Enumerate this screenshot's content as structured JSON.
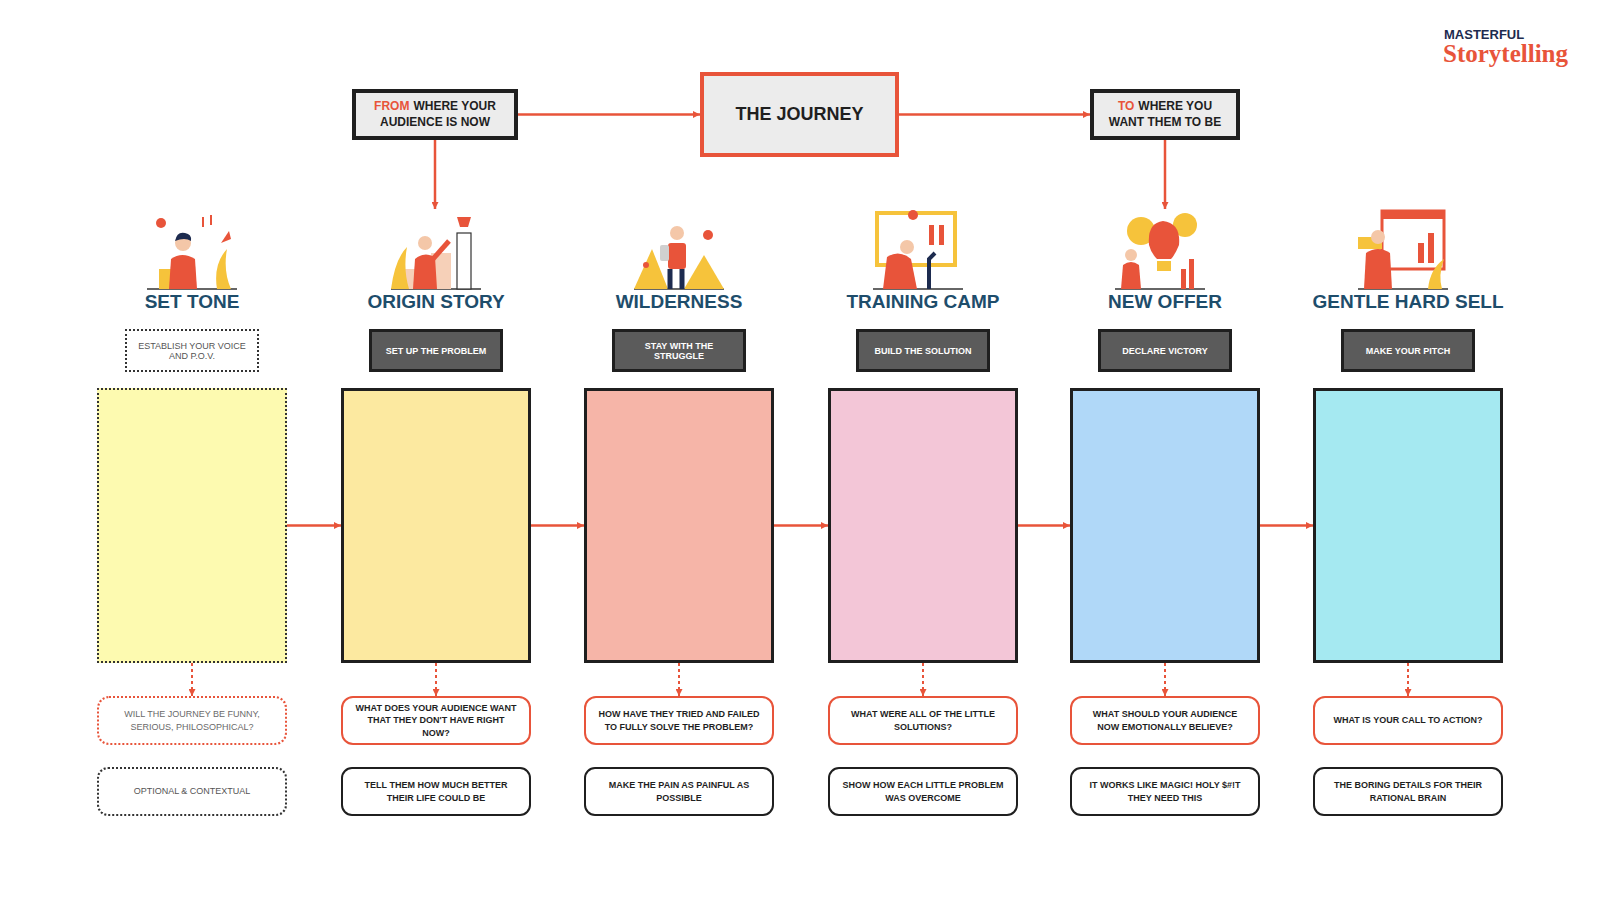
{
  "diagram": {
    "nodes": [
      {
        "text": [
          "FROM",
          "WHERE YOUR AUDIENCE IS NOW"
        ]
      },
      {
        "text": [
          "THE JOURNEY"
        ]
      },
      {
        "text": [
          "TO",
          "WHERE YOU WANT THEM TO BE"
        ]
      },
      {
        "text": [
          "SET TONE"
        ]
      },
      {
        "text": [
          "ESTABLISH YOUR VOICE AND P.O.V."
        ],
        "in": 3
      },
      {
        "text": [
          "WILL THE JOURNEY BE FUNNY, SERIOUS, PHILOSOPHICAL?"
        ]
      },
      {
        "text": [
          "OPTIONAL & CONTEXTUAL"
        ]
      },
      {
        "text": [
          "ORIGIN STORY"
        ]
      },
      {
        "text": [
          "SET UP THE PROBLEM"
        ],
        "in": 7
      },
      {
        "text": [
          "WHAT DOES YOUR AUDIENCE WANT THAT THEY DON'T HAVE RIGHT NOW?"
        ]
      },
      {
        "text": [
          "TELL THEM HOW MUCH BETTER THEIR LIFE COULD BE"
        ]
      },
      {
        "text": [
          "WILDERNESS"
        ]
      },
      {
        "text": [
          "STAY WITH THE STRUGGLE"
        ],
        "in": 11
      },
      {
        "text": [
          "HOW HAVE THEY TRIED AND FAILED TO FULLY SOLVE THE PROBLEM?"
        ]
      },
      {
        "text": [
          "MAKE THE PAIN AS PAINFUL AS POSSIBLE"
        ]
      },
      {
        "text": [
          "TRAINING CAMP"
        ]
      },
      {
        "text": [
          "BUILD THE SOLUTION"
        ],
        "in": 15
      },
      {
        "text": [
          "WHAT WERE ALL OF THE LITTLE SOLUTIONS?"
        ]
      },
      {
        "text": [
          "SHOW HOW EACH LITTLE PROBLEM WAS OVERCOME"
        ]
      },
      {
        "text": [
          "NEW OFFER"
        ]
      },
      {
        "text": [
          "DECLARE VICTORY"
        ],
        "in": 19
      },
      {
        "text": [
          "WHAT SHOULD YOUR AUDIENCE NOW EMOTIONALLY BELIEVE?"
        ]
      },
      {
        "text": [
          "IT WORKS LIKE MAGIC! HOLY $#!T THEY NEED THIS"
        ]
      },
      {
        "text": [
          "GENTLE HARD SELL"
        ]
      },
      {
        "text": [
          "MAKE YOUR PITCH"
        ],
        "in": 23
      },
      {
        "text": [
          "WHAT IS YOUR CALL TO ACTION?"
        ]
      },
      {
        "text": [
          "THE BORING DETAILS FOR THEIR RATIONAL BRAIN"
        ]
      }
    ],
    "edges": [
      {
        "from": 0,
        "to": 1,
        "arrow": "to"
      },
      {
        "from": 1,
        "to": 2,
        "arrow": "to"
      },
      {
        "from": 0,
        "to": 7,
        "arrow": "to"
      },
      {
        "from": 2,
        "to": 19,
        "arrow": "to"
      },
      {
        "from": 3,
        "to": 7,
        "arrow": "to"
      },
      {
        "from": 7,
        "to": 11,
        "arrow": "to"
      },
      {
        "from": 11,
        "to": 15,
        "arrow": "to"
      },
      {
        "from": 15,
        "to": 19,
        "arrow": "to"
      },
      {
        "from": 19,
        "to": 23,
        "arrow": "to"
      },
      {
        "from": 3,
        "to": 5,
        "arrow": "to"
      },
      {
        "from": 7,
        "to": 9,
        "arrow": "to"
      },
      {
        "from": 11,
        "to": 13,
        "arrow": "to"
      },
      {
        "from": 15,
        "to": 17,
        "arrow": "to"
      },
      {
        "from": 19,
        "to": 21,
        "arrow": "to"
      },
      {
        "from": 23,
        "to": 25,
        "arrow": "to"
      }
    ],
    "labels": [
      "MASTERFUL",
      "Storytelling"
    ]
  }
}
